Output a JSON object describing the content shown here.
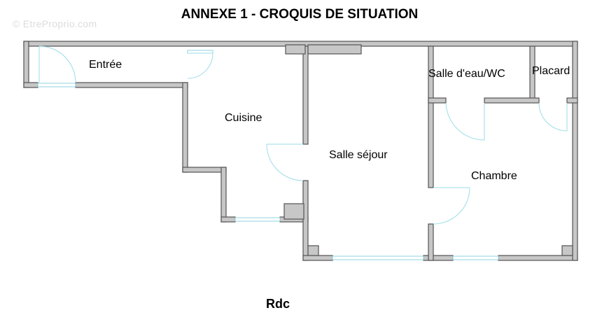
{
  "header": {
    "title": "ANNEXE 1 - CROQUIS DE SITUATION"
  },
  "watermark": "© EtreProprio.com",
  "footer": {
    "level": "Rdc"
  },
  "rooms": {
    "entree": "Entrée",
    "cuisine": "Cuisine",
    "sejour": "Salle séjour",
    "salle_eau": "Salle d'eau/WC",
    "placard": "Placard",
    "chambre": "Chambre"
  },
  "colors": {
    "wall": "#c7c7c7",
    "wall_outline": "#555555",
    "door_window": "#9bdde8"
  }
}
